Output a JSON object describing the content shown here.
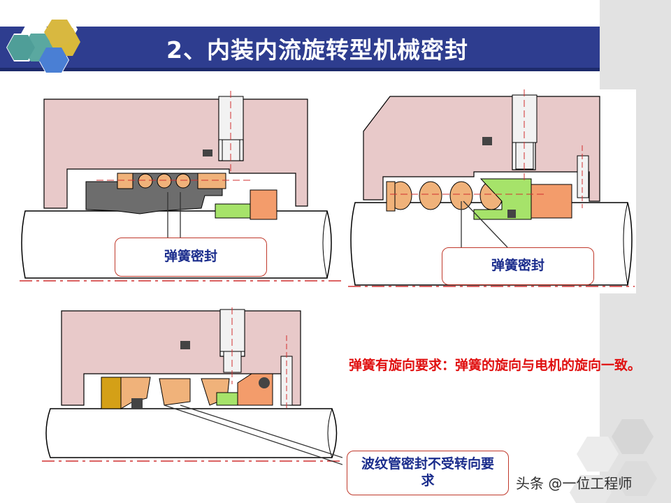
{
  "slide": {
    "title": "2、内装内流旋转型机械密封",
    "colors": {
      "title_bar": "#2e3d8f",
      "callout_border": "#c0392b",
      "callout_text": "#1a2c8c",
      "note_text": "#e01010",
      "housing": "#e8c9c9",
      "spring": "#f0b27a",
      "seal_green": "#a6e36a",
      "seal_orange": "#f39c6b"
    }
  },
  "panels": {
    "top_left": {
      "callout": "弹簧密封"
    },
    "top_right": {
      "callout": "弹簧密封"
    },
    "bottom": {
      "callout": "波纹管密封不受转向要求"
    }
  },
  "note": "弹簧有旋向要求：弹簧的旋向与电机的旋向一致。",
  "watermark": "头条 @一位工程师",
  "logo": {
    "icon": "hexagon-cluster-icon"
  }
}
